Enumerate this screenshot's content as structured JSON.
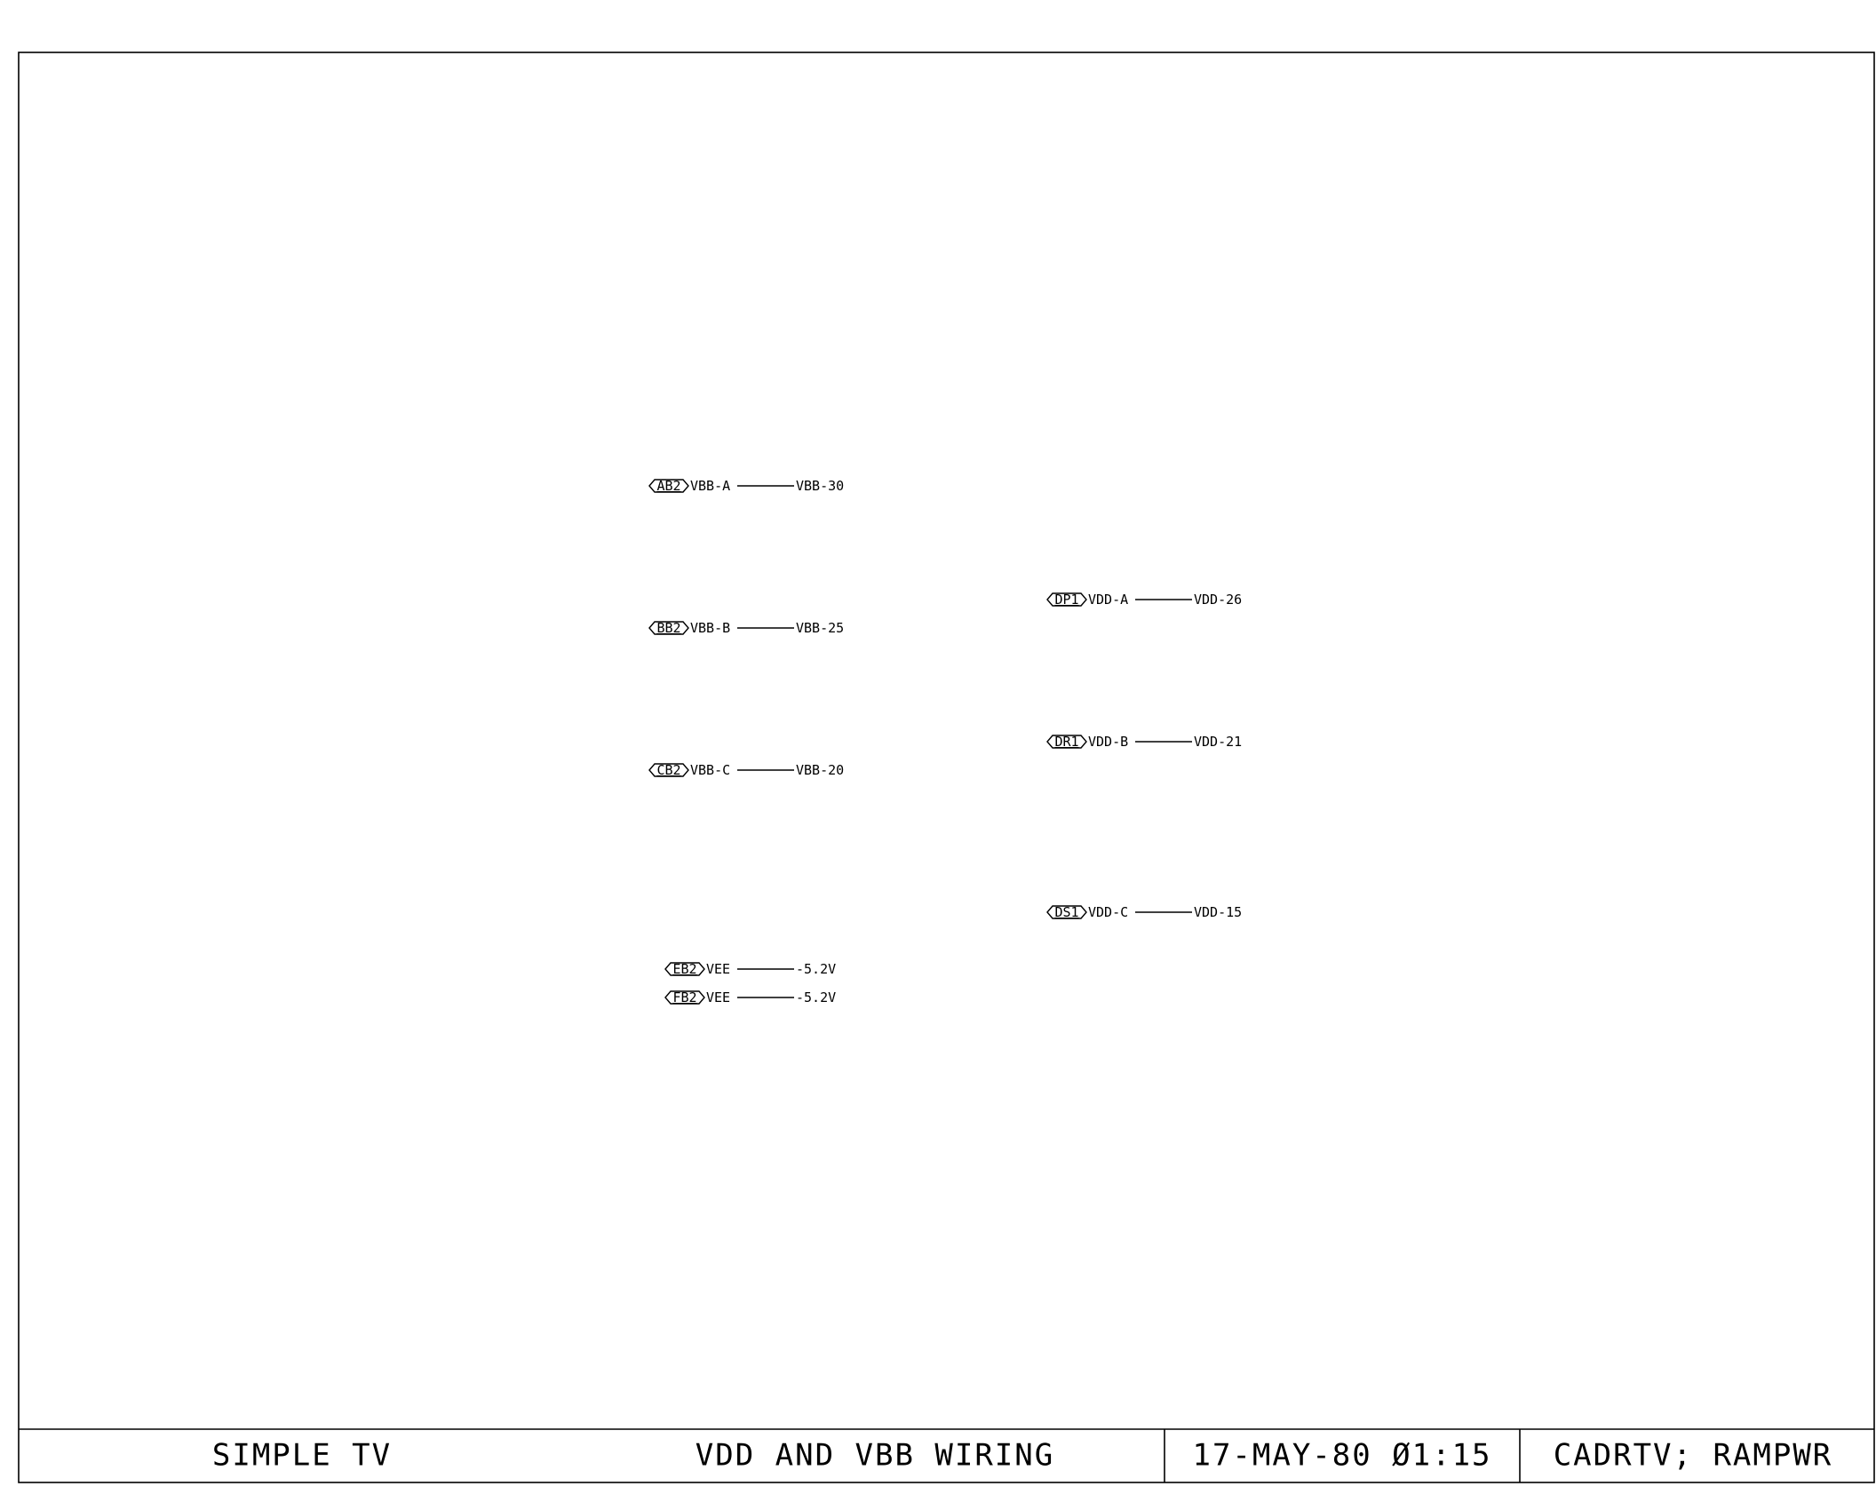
{
  "title_block": {
    "project": "SIMPLE TV",
    "drawing_title": "VDD AND VBB WIRING",
    "date_time": "17-MAY-80 Ø1:15",
    "file": "CADRTV; RAMPWR"
  },
  "connections": [
    {
      "id": "ab2",
      "connector": "AB2",
      "signal": "VBB-A",
      "net": "VBB-30"
    },
    {
      "id": "bb2",
      "connector": "BB2",
      "signal": "VBB-B",
      "net": "VBB-25"
    },
    {
      "id": "cb2",
      "connector": "CB2",
      "signal": "VBB-C",
      "net": "VBB-20"
    },
    {
      "id": "eb2",
      "connector": "EB2",
      "signal": "VEE",
      "net": "-5.2V"
    },
    {
      "id": "fb2",
      "connector": "FB2",
      "signal": "VEE",
      "net": "-5.2V"
    },
    {
      "id": "dp1",
      "connector": "DP1",
      "signal": "VDD-A",
      "net": "VDD-26"
    },
    {
      "id": "dr1",
      "connector": "DR1",
      "signal": "VDD-B",
      "net": "VDD-21"
    },
    {
      "id": "ds1",
      "connector": "DS1",
      "signal": "VDD-C",
      "net": "VDD-15"
    }
  ]
}
